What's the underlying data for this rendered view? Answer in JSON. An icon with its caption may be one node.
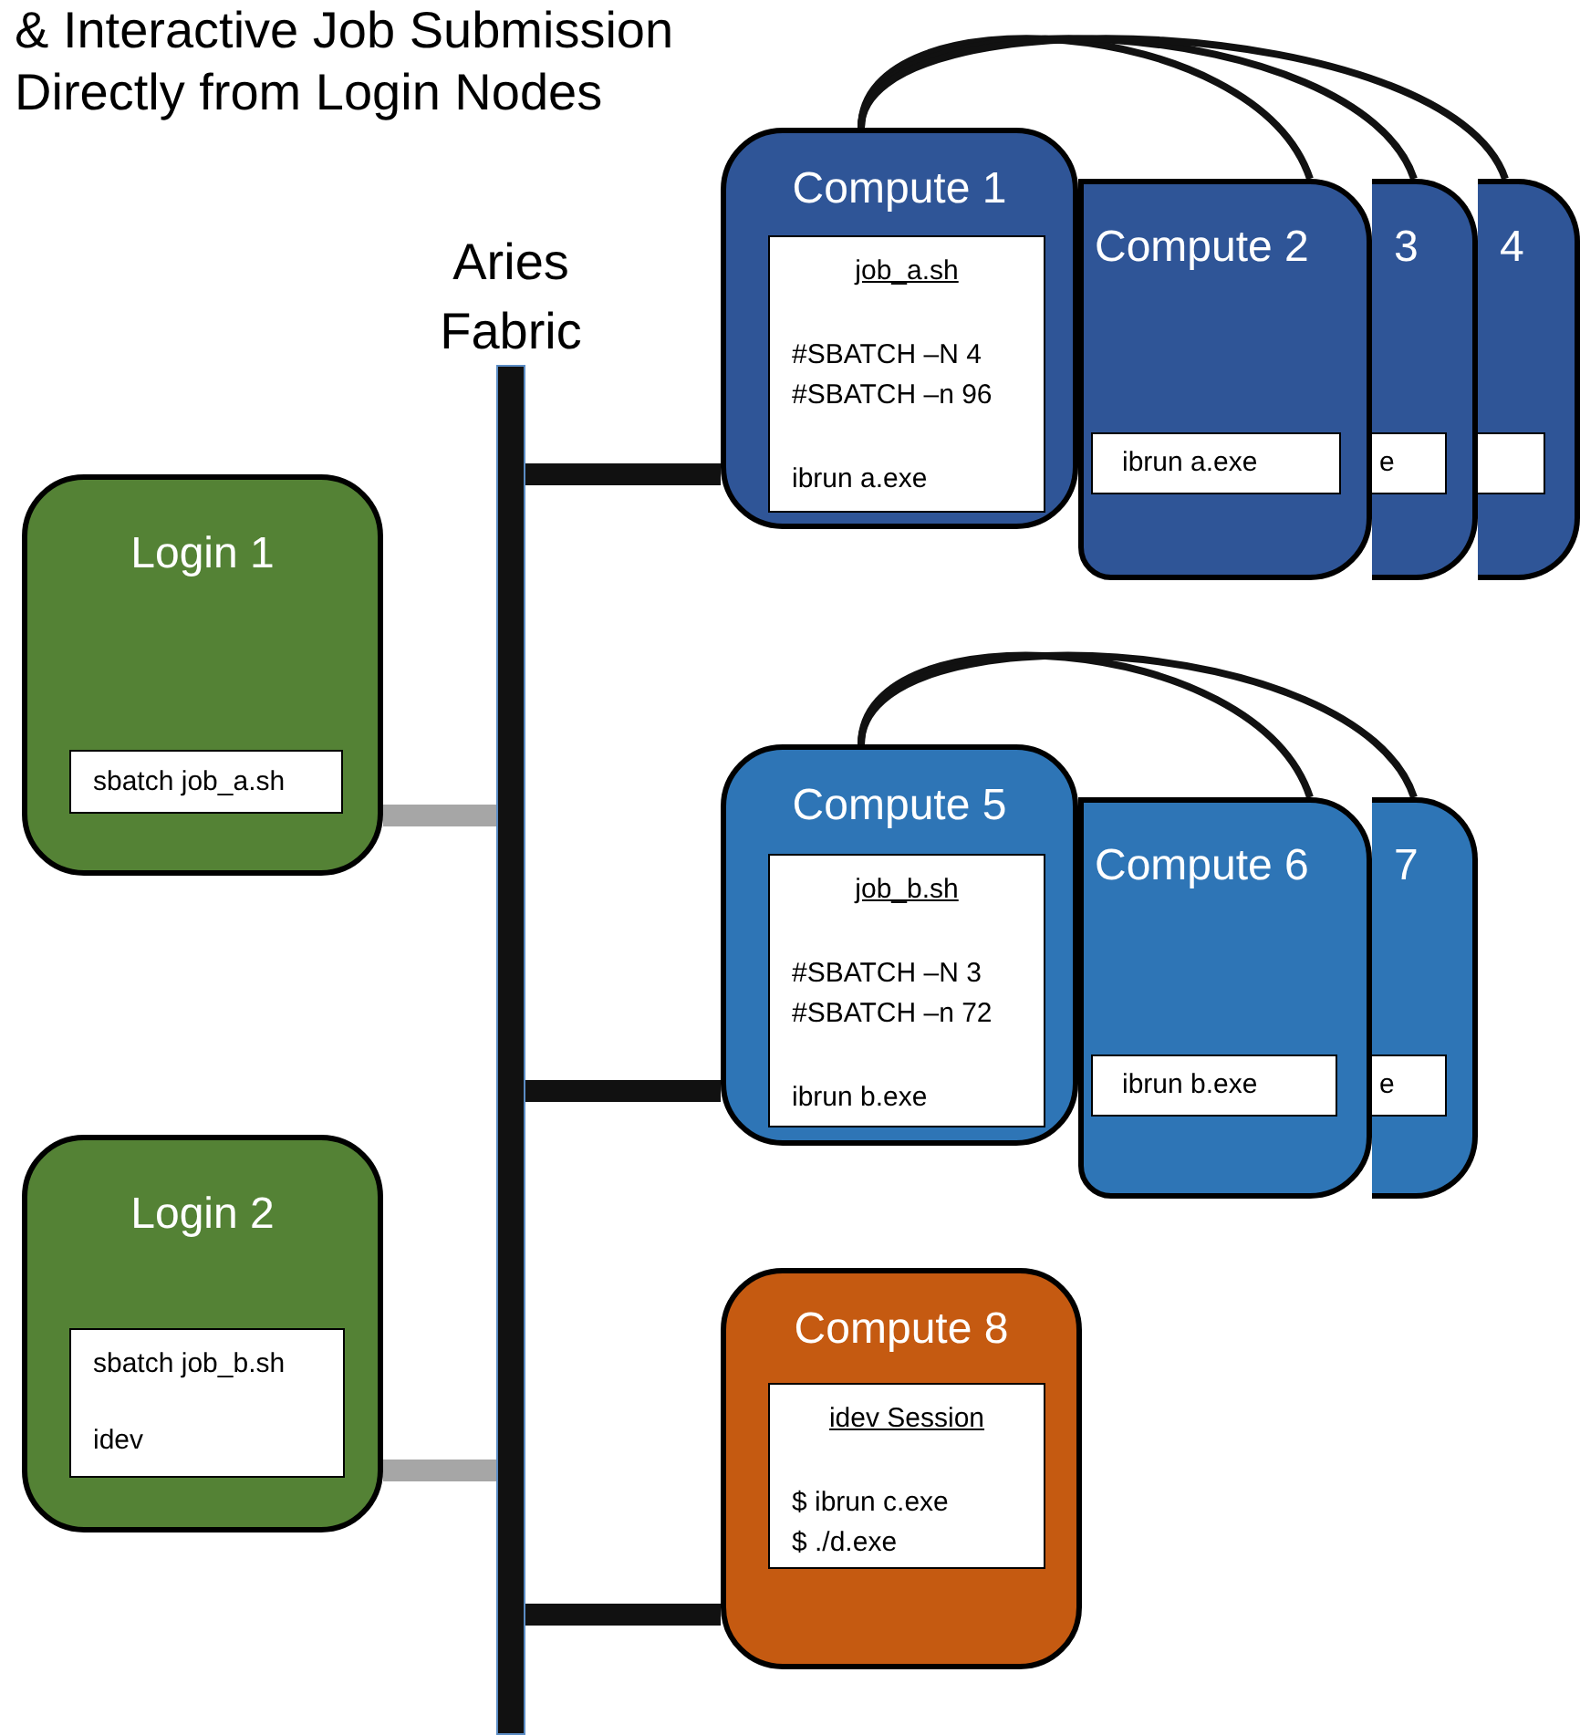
{
  "diagram": {
    "title": "& Interactive Job Submission Directly from Login Nodes",
    "nodes": [
      {
        "text": [
          "Aries Fabric"
        ]
      },
      {
        "text": [
          "Compute 1"
        ]
      },
      {
        "text": [
          "job_a.sh",
          "#SBATCH –N 4",
          "#SBATCH –n 96",
          "ibrun a.exe"
        ],
        "in": 1
      },
      {
        "text": [
          "Compute 2"
        ]
      },
      {
        "text": [
          "ibrun a.exe"
        ],
        "in": 3
      },
      {
        "text": [
          "3"
        ]
      },
      {
        "text": [
          "e"
        ],
        "in": 5
      },
      {
        "text": [
          "4"
        ]
      },
      {
        "text": [],
        "shape": "box",
        "in": 7
      },
      {
        "text": [
          "Login 1"
        ]
      },
      {
        "text": [
          "sbatch job_a.sh"
        ],
        "in": 9
      },
      {
        "text": [
          "Compute 5"
        ]
      },
      {
        "text": [
          "job_b.sh",
          "#SBATCH –N 3",
          "#SBATCH –n 72",
          "ibrun b.exe"
        ],
        "in": 11
      },
      {
        "text": [
          "Compute 6"
        ]
      },
      {
        "text": [
          "ibrun b.exe"
        ],
        "in": 13
      },
      {
        "text": [
          "7"
        ]
      },
      {
        "text": [
          "e"
        ],
        "in": 15
      },
      {
        "text": [
          "Login 2"
        ]
      },
      {
        "text": [
          "sbatch job_b.sh",
          "idev"
        ],
        "in": 17
      },
      {
        "text": [
          "Compute 8"
        ]
      },
      {
        "text": [
          "idev Session",
          "$ ibrun c.exe",
          "$ ./d.exe"
        ],
        "in": 19
      }
    ],
    "edges": [
      {
        "from": 1,
        "to": 3,
        "arrow": "none"
      },
      {
        "from": 1,
        "to": 5,
        "arrow": "none"
      },
      {
        "from": 1,
        "to": 7,
        "arrow": "none"
      },
      {
        "from": 0,
        "to": 1,
        "arrow": "none",
        "style": "thick"
      },
      {
        "from": 9,
        "to": 0,
        "arrow": "none",
        "style": "thick",
        "color": "#a6a6a6"
      },
      {
        "from": 11,
        "to": 13,
        "arrow": "none"
      },
      {
        "from": 11,
        "to": 15,
        "arrow": "none"
      },
      {
        "from": 0,
        "to": 11,
        "arrow": "none",
        "style": "thick"
      },
      {
        "from": 17,
        "to": 0,
        "arrow": "none",
        "style": "thick",
        "color": "#a6a6a6"
      },
      {
        "from": 0,
        "to": 19,
        "arrow": "none",
        "style": "thick"
      }
    ]
  }
}
